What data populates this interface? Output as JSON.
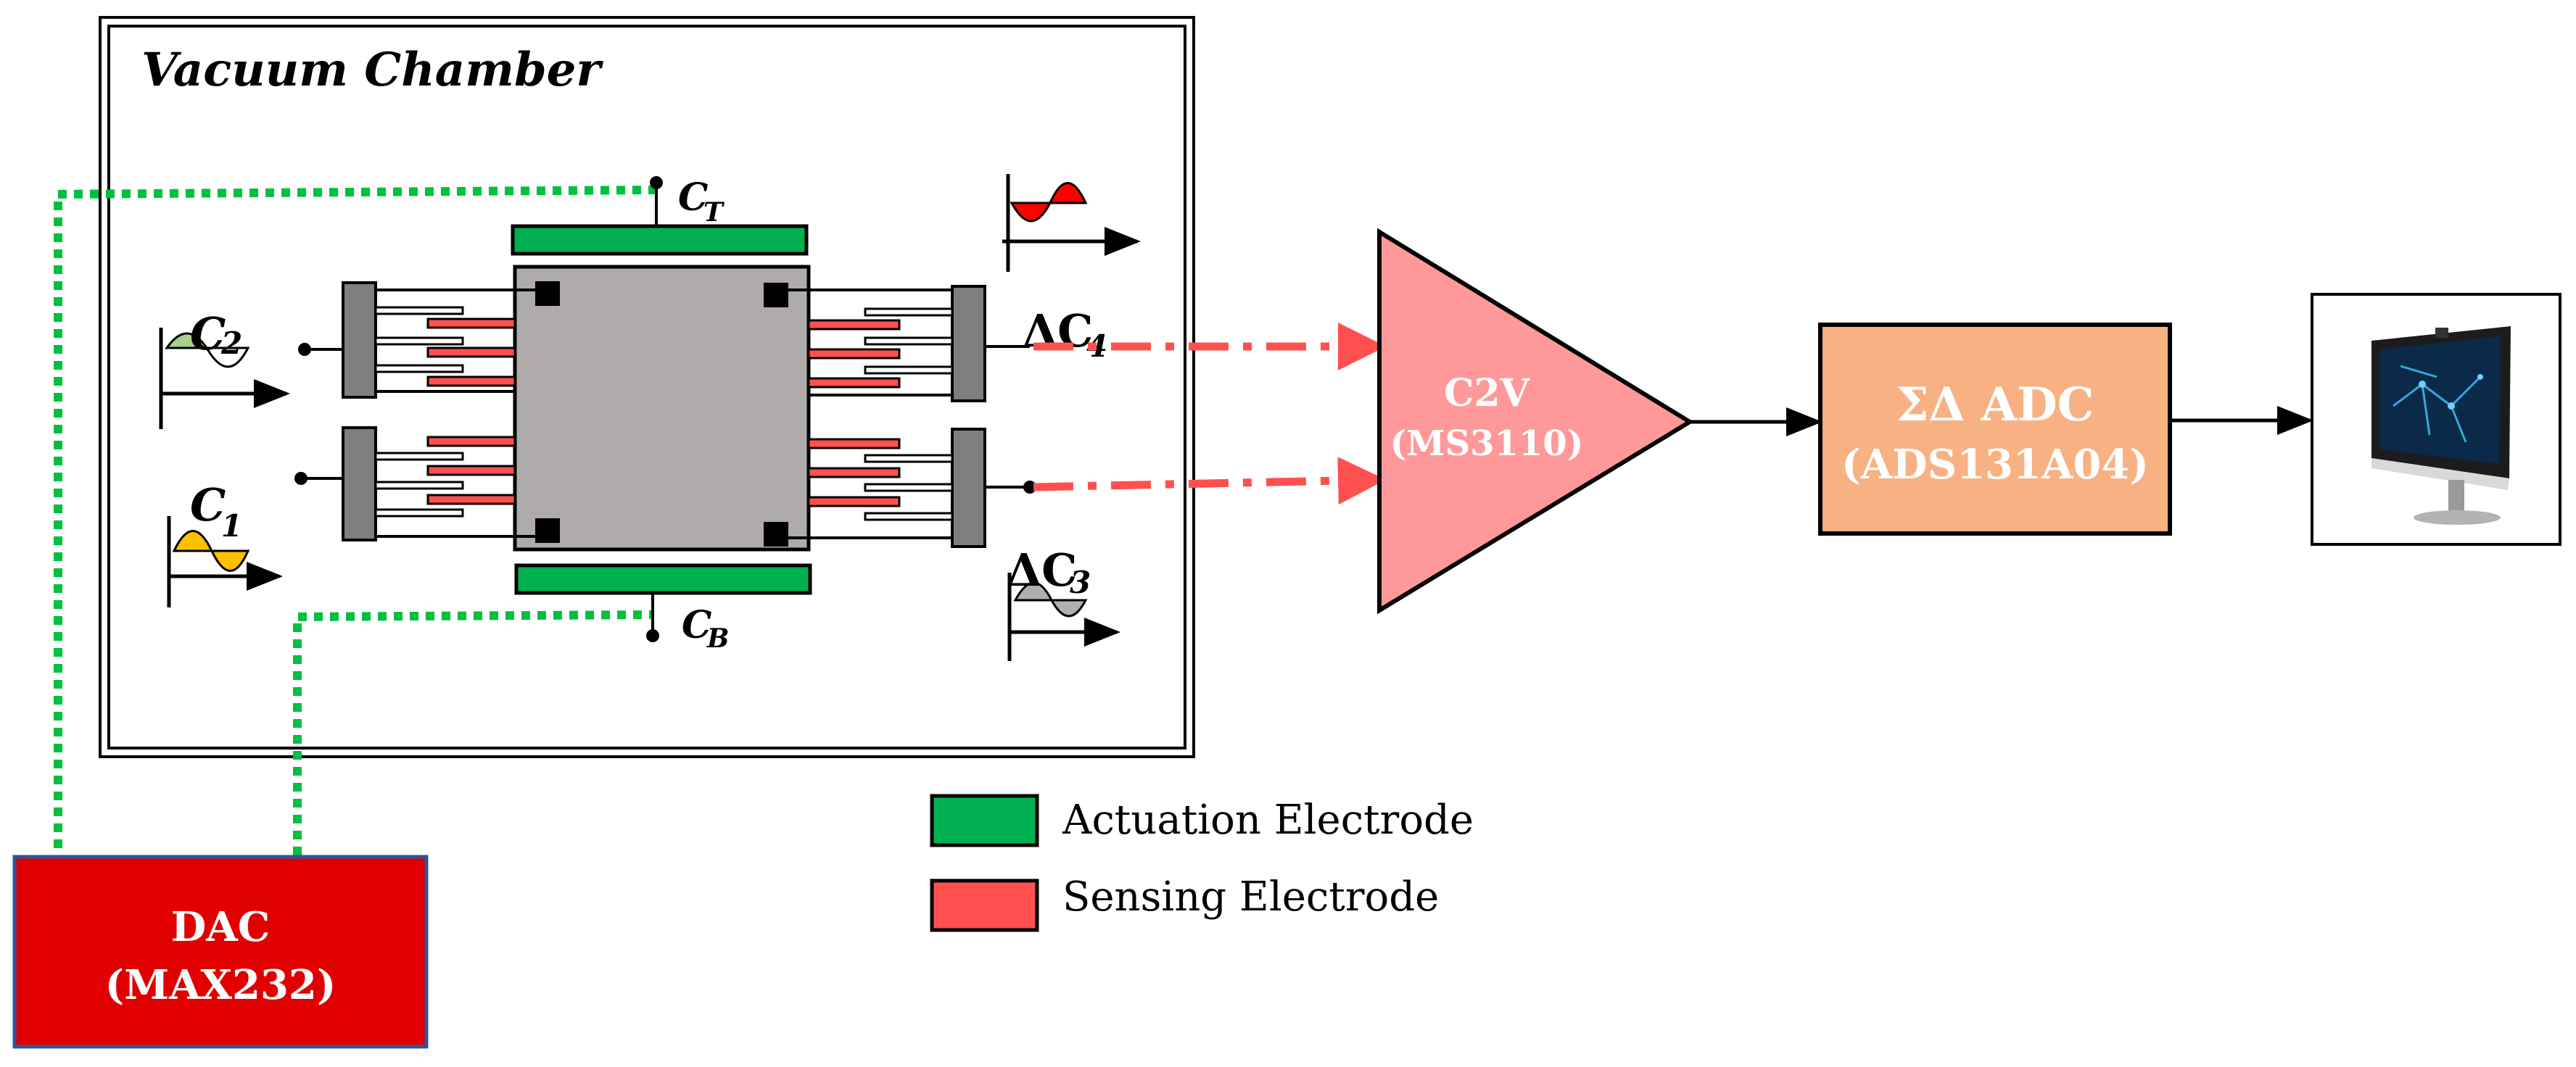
{
  "title": "Vacuum Chamber",
  "labels": {
    "ct": "C",
    "ct_sub": "T",
    "cb": "C",
    "cb_sub": "B",
    "c1": "C",
    "c1_sub": "1",
    "c2": "C",
    "c2_sub": "2",
    "c3": "ΔC",
    "c3_sub": "3",
    "c4": "ΔC",
    "c4_sub": "4"
  },
  "amplifier": {
    "name": "C2V",
    "part": "(MS3110)"
  },
  "adc": {
    "name": "ΣΔ ADC",
    "part": "(ADS131A04)"
  },
  "dac": {
    "name": "DAC",
    "part": "(MAX232)"
  },
  "legend": [
    {
      "label": "Actuation Electrode",
      "color": "#00b050"
    },
    {
      "label": "Sensing Electrode",
      "color": "#ff5050"
    }
  ],
  "colors": {
    "actuation": "#00b050",
    "sensing": "#ff5050",
    "proof_mass": "#afabab",
    "anchor": "#7f7f7f",
    "amplifier": "#ff9999",
    "adc": "#f8b183",
    "dac": "#e00000",
    "wire_dotted": "#00c040"
  },
  "icons": {
    "computer": "computer-monitor-icon"
  }
}
